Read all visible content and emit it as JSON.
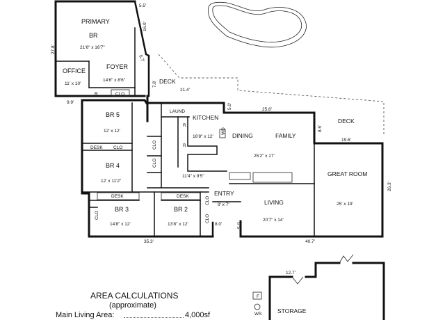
{
  "rooms": {
    "primary": {
      "name": "PRIMARY",
      "sub": "BR",
      "dim": "21'6\" x 16'7\""
    },
    "foyer": {
      "name": "FOYER",
      "dim": "14'6\" x 8'6\""
    },
    "office": {
      "name": "OFFICE",
      "dim": "11' x 10'"
    },
    "br5": {
      "name": "BR 5",
      "dim": "12' x 12'"
    },
    "br4": {
      "name": "BR 4",
      "dim": "12' x 11'2\""
    },
    "br3": {
      "name": "BR 3",
      "dim": "14'8\" x 12'"
    },
    "br2": {
      "name": "BR 2",
      "dim": "13'8\" x 12'"
    },
    "kitchen": {
      "name": "KITCHEN",
      "dim": "16'8\" x 12'"
    },
    "laund": {
      "name": "LAUND"
    },
    "dining": {
      "name": "DINING"
    },
    "family": {
      "name": "FAMILY"
    },
    "dining_family_dim": "25'2\" x 17'",
    "hall_dim": "11'4\" x 9'5\"",
    "living": {
      "name": "LIVING",
      "dim": "20'7\" x 14'"
    },
    "great_room": {
      "name": "GREAT ROOM",
      "dim": "25' x 19'"
    },
    "entry": {
      "name": "ENTRY",
      "dim": "9' x 7'"
    },
    "storage": {
      "name": "STORAGE"
    }
  },
  "decks": {
    "left": "DECK",
    "right": "DECK"
  },
  "small_labels": {
    "r": "R",
    "clo": "CLO",
    "desk": "DESK",
    "wd": "WD",
    "f": "F",
    "ws": "WS"
  },
  "dimensions": {
    "d_5_5": "5.5'",
    "d_16_0": "16.0'",
    "d_27_8": "27.8'",
    "d_5_7": "5.7'",
    "d_7_8": "7.8'",
    "d_21_4": "21.4'",
    "d_9_9": "9.9'",
    "d_5_0a": "5.0'",
    "d_25_8": "25.8'",
    "d_8_5": "8.5'",
    "d_19_6": "19.6'",
    "d_26_3": "26.3'",
    "d_8_0": "8.0'",
    "d_5_0b": "5.0'",
    "d_35_3": "35.3'",
    "d_40_7": "40.7'",
    "d_12_7": "12.7'"
  },
  "area": {
    "title": "AREA CALCULATIONS",
    "subtitle": "(approximate)",
    "main_label": "Main Living Area:",
    "main_value": "4,000sf"
  }
}
